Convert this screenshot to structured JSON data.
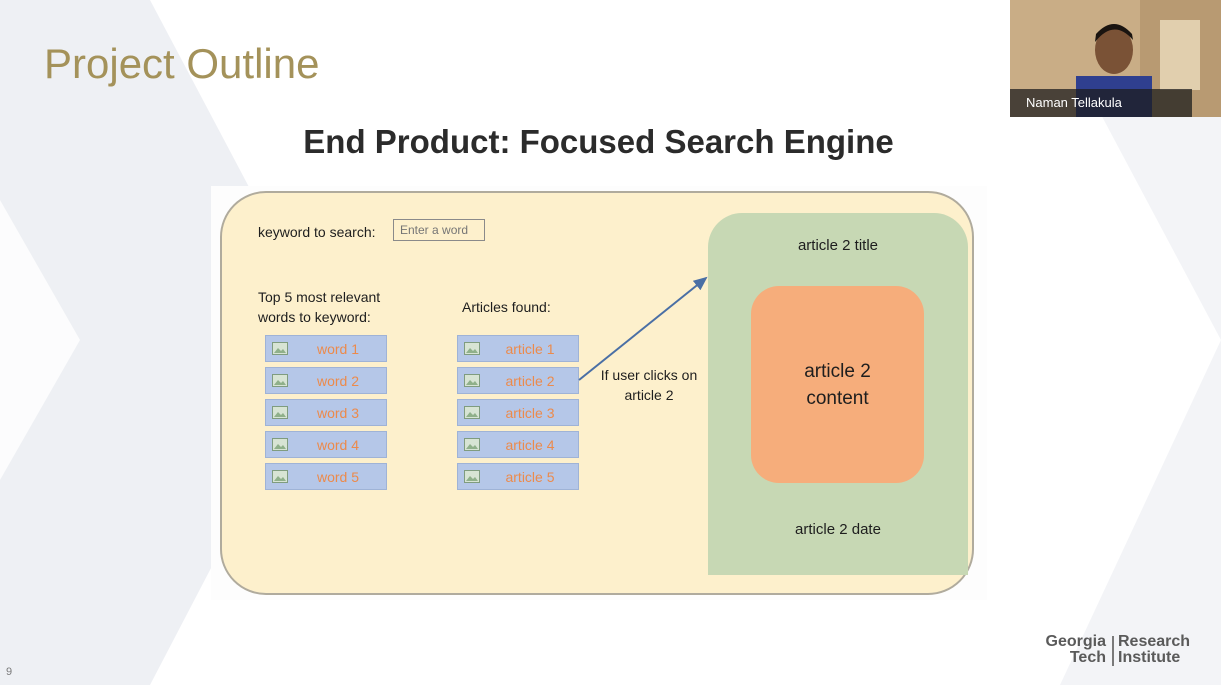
{
  "slide": {
    "title": "Project Outline",
    "subtitle": "End Product: Focused Search Engine",
    "page_number": "9"
  },
  "mockup": {
    "keyword_label": "keyword to search:",
    "keyword_placeholder": "Enter a word",
    "top_words_label_line1": "Top 5 most relevant",
    "top_words_label_line2": "words to keyword:",
    "articles_label": "Articles found:",
    "words": [
      "word 1",
      "word 2",
      "word 3",
      "word 4",
      "word 5"
    ],
    "articles": [
      "article 1",
      "article 2",
      "article 3",
      "article 4",
      "article 5"
    ],
    "click_note_line1": "If user clicks on",
    "click_note_line2": "article 2",
    "panel": {
      "title": "article 2 title",
      "content_line1": "article 2",
      "content_line2": "content",
      "date": "article 2 date"
    },
    "colors": {
      "background": "#fdf0cc",
      "list_item": "#b5c7e8",
      "list_text": "#ec8a4b",
      "panel": "#c7d8b4",
      "content": "#f6ad7b"
    }
  },
  "video": {
    "participant_name": "Naman Tellakula"
  },
  "logo": {
    "left_line1": "Georgia",
    "left_line2": "Tech",
    "right_line1": "Research",
    "right_line2": "Institute"
  }
}
